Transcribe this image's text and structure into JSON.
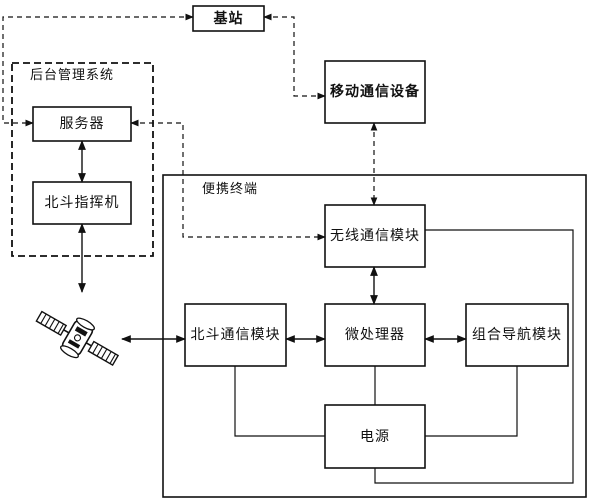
{
  "groups": {
    "backend": "后台管理系统",
    "terminal": "便携终端"
  },
  "nodes": {
    "base_station": "基站",
    "server": "服务器",
    "beidou_command": "北斗指挥机",
    "mobile_comm": "移动通信设备",
    "wireless_module": "无线通信模块",
    "beidou_module": "北斗通信模块",
    "mcu": "微处理器",
    "nav_module": "组合导航模块",
    "power": "电源"
  },
  "icons": {
    "satellite": "satellite-icon"
  }
}
